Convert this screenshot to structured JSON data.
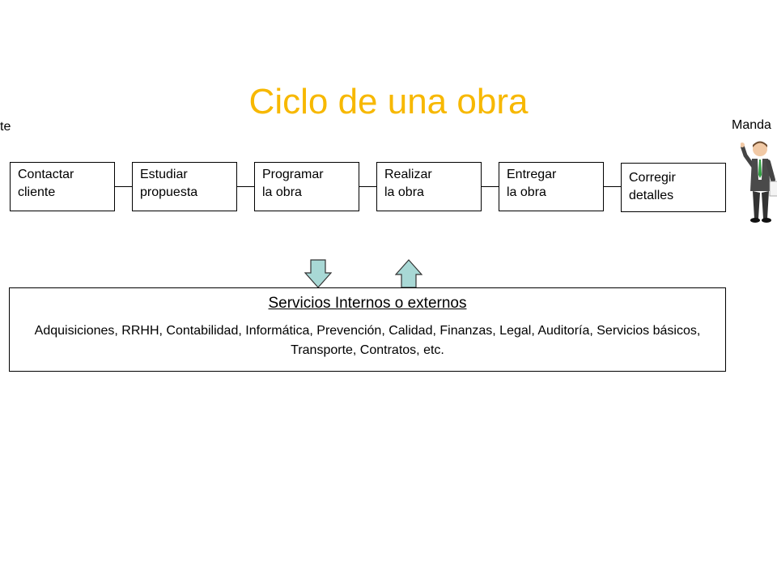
{
  "title": "Ciclo de una obra",
  "left_edge_label": "te",
  "right_edge_label": "Manda",
  "steps": [
    {
      "label": "Contactar\ncliente"
    },
    {
      "label": "Estudiar\npropuesta"
    },
    {
      "label": "Programar\nla obra"
    },
    {
      "label": "Realizar\nla obra"
    },
    {
      "label": "Entregar\nla obra"
    },
    {
      "label": "Corregir\ndetalles"
    }
  ],
  "services": {
    "title": "Servicios Internos o externos",
    "description": "Adquisiciones, RRHH, Contabilidad, Informática, Prevención, Calidad, Finanzas, Legal, Auditoría, Servicios básicos, Transporte, Contratos, etc."
  },
  "arrows": [
    {
      "icon": "arrow-down-icon",
      "direction": "down"
    },
    {
      "icon": "arrow-up-icon",
      "direction": "up"
    }
  ],
  "colors": {
    "title": "#F7B800",
    "arrow_fill": "#A8D8D5",
    "tie": "#2E9E3E",
    "border": "#000000"
  },
  "figure_icon": "businessman-icon"
}
